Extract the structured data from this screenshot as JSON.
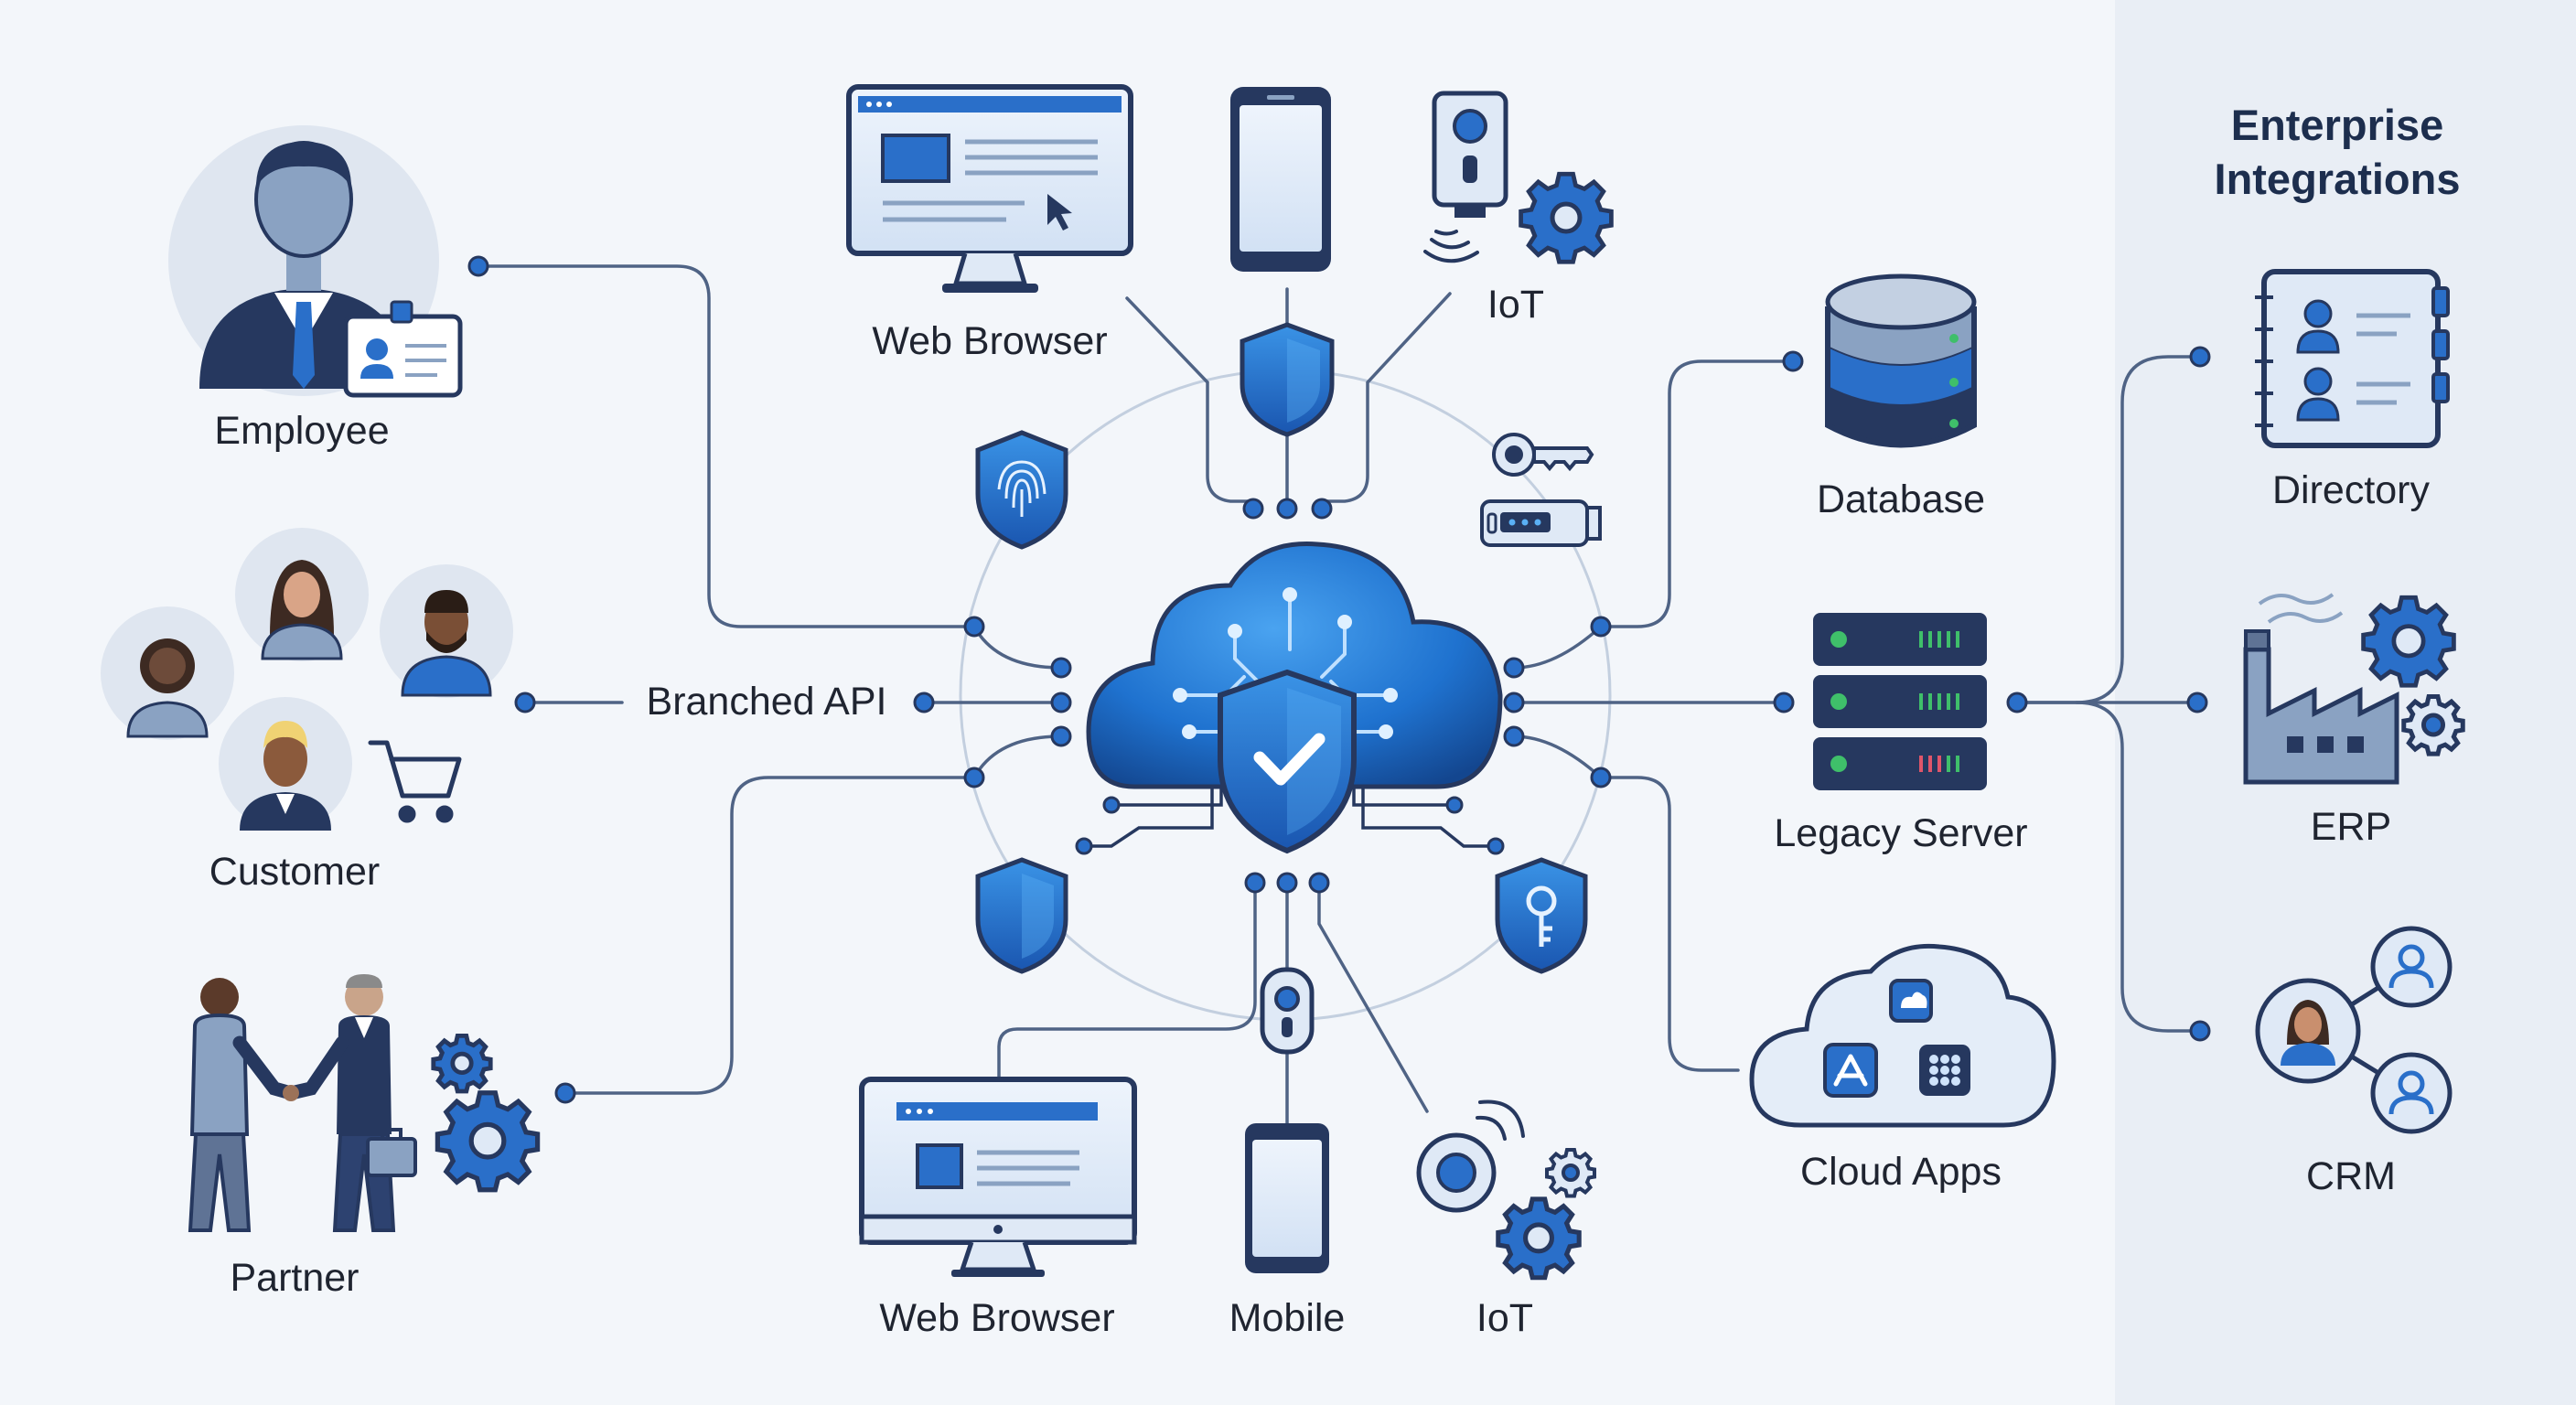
{
  "panel": {
    "title_line1": "Enterprise",
    "title_line2": "Integrations",
    "items": [
      "Directory",
      "ERP",
      "CRM"
    ]
  },
  "left_nodes": {
    "employee": "Employee",
    "customer": "Customer",
    "partner": "Partner"
  },
  "top_nodes": {
    "web_browser": "Web Browser",
    "iot": "IoT"
  },
  "bottom_nodes": {
    "web_browser": "Web Browser",
    "mobile": "Mobile",
    "iot": "IoT"
  },
  "right_nodes": {
    "database": "Database",
    "legacy_server": "Legacy Server",
    "cloud_apps": "Cloud Apps"
  },
  "center": {
    "label": "Branched API"
  },
  "icons": [
    "employee-avatar-icon",
    "id-badge-icon",
    "customer-group-icon",
    "shopping-cart-icon",
    "handshake-icon",
    "gear-icon",
    "monitor-icon",
    "smartphone-icon",
    "iot-sensor-icon",
    "shield-icon",
    "fingerprint-shield-icon",
    "key-icon",
    "usb-token-icon",
    "cloud-circuit-icon",
    "database-icon",
    "server-rack-icon",
    "cloud-apps-icon",
    "directory-book-icon",
    "factory-icon",
    "crm-network-icon",
    "keyhole-shield-icon"
  ],
  "colors": {
    "primary": "#2a6fc9",
    "navy": "#26385f",
    "line": "#4f6385",
    "light_fill": "#dfe9f6",
    "background": "#f3f6fa",
    "panel": "#e9eef5",
    "server_led": "#3fbf6a"
  }
}
